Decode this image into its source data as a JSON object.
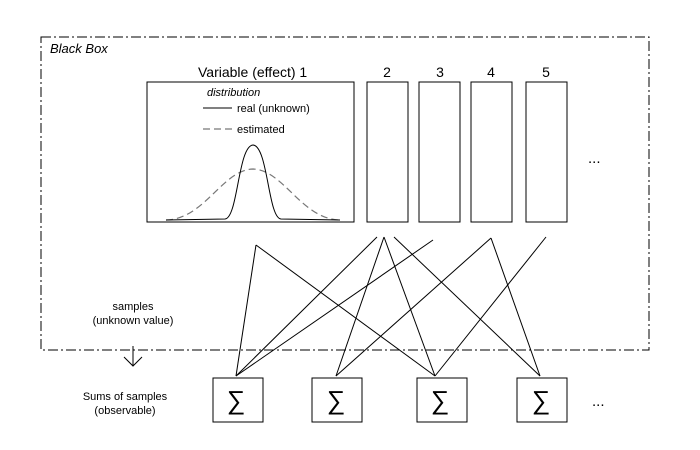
{
  "black_box": {
    "label": "Black Box"
  },
  "variable1": {
    "title": "Variable (effect) 1"
  },
  "legend": {
    "title": "distribution",
    "real": "real (unknown)",
    "estimated": "estimated"
  },
  "variables": [
    "2",
    "3",
    "4",
    "5"
  ],
  "variables_more": "...",
  "samples_label": {
    "line1": "samples",
    "line2": "(unknown value)"
  },
  "sums_label": {
    "line1": "Sums of samples",
    "line2": "(observable)"
  },
  "sum_symbol": "∑",
  "sums_more": "..."
}
